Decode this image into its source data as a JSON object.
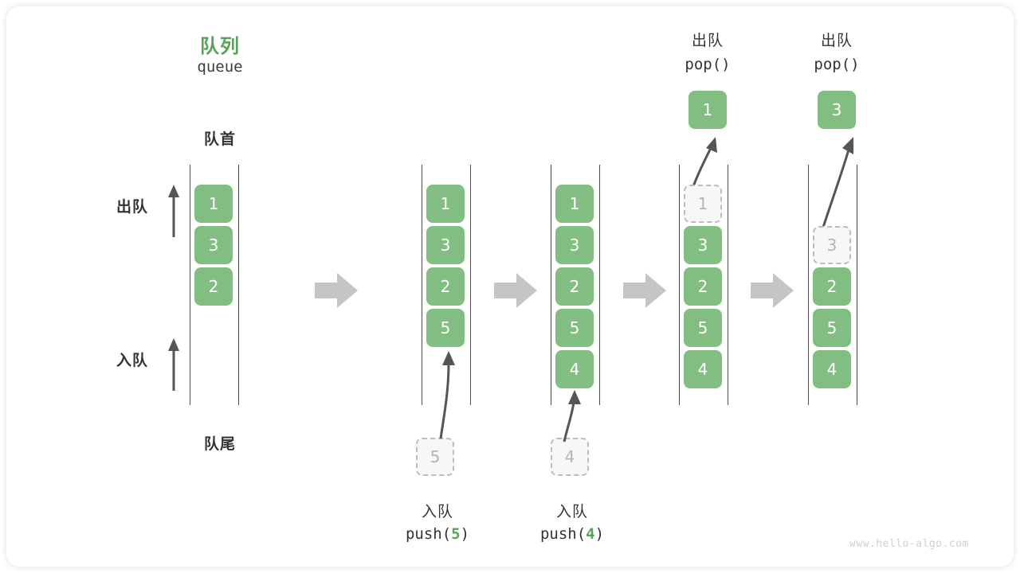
{
  "header": {
    "title_cn": "队列",
    "title_en": "queue"
  },
  "labels": {
    "front": "队首",
    "rear": "队尾",
    "dequeue_side": "出队",
    "enqueue_side": "入队"
  },
  "colors": {
    "accent_green": "#82bd82",
    "accent_green_text": "#5aa15a",
    "cell_text": "#ffffff",
    "ghost_fill": "#f7f7f7",
    "ghost_border": "#bcbcbc",
    "ghost_text": "#b4b4b4",
    "rail": "#4a4a4a",
    "arrow_gray": "#c5c5c5",
    "arrow_dark": "#555555",
    "label_text": "#333333",
    "watermark": "#d0d0d0",
    "card_bg": "#ffffff"
  },
  "watermark": "www.hello-algo.com",
  "chart_data": {
    "type": "diagram",
    "title": "队列 queue",
    "description": "Queue push/pop operation sequence, five stages left to right",
    "stages": [
      {
        "index": 0,
        "cells": [
          "1",
          "3",
          "2"
        ],
        "ghost_index": null,
        "op_cn": "",
        "op_code": "",
        "result": null
      },
      {
        "index": 1,
        "cells": [
          "1",
          "3",
          "2",
          "5"
        ],
        "ghost_index": null,
        "op_cn": "入队",
        "op_code_prefix": "push(",
        "op_code_num": "5",
        "op_code_suffix": ")",
        "incoming": "5"
      },
      {
        "index": 2,
        "cells": [
          "1",
          "3",
          "2",
          "5",
          "4"
        ],
        "ghost_index": null,
        "op_cn": "入队",
        "op_code_prefix": "push(",
        "op_code_num": "4",
        "op_code_suffix": ")",
        "incoming": "4"
      },
      {
        "index": 3,
        "cells": [
          "1",
          "3",
          "2",
          "5",
          "4"
        ],
        "ghost_index": 0,
        "op_cn": "出队",
        "op_code_prefix": "pop(",
        "op_code_num": "",
        "op_code_suffix": ")",
        "result": "1"
      },
      {
        "index": 4,
        "cells": [
          "3",
          "2",
          "5",
          "4"
        ],
        "ghost_index": 0,
        "op_cn": "出队",
        "op_code_prefix": "pop(",
        "op_code_num": "",
        "op_code_suffix": ")",
        "result": "3"
      }
    ],
    "separators": 4,
    "separator_icon": "right-block-arrow"
  },
  "stage1": {
    "c0": "1",
    "c1": "3",
    "c2": "2"
  },
  "stage2": {
    "c0": "1",
    "c1": "3",
    "c2": "2",
    "c3": "5",
    "incoming": "5",
    "op_cn": "入队",
    "code_a": "push(",
    "code_n": "5",
    "code_b": ")"
  },
  "stage3": {
    "c0": "1",
    "c1": "3",
    "c2": "2",
    "c3": "5",
    "c4": "4",
    "incoming": "4",
    "op_cn": "入队",
    "code_a": "push(",
    "code_n": "4",
    "code_b": ")"
  },
  "stage4": {
    "c0": "1",
    "c1": "3",
    "c2": "2",
    "c3": "5",
    "c4": "4",
    "result": "1",
    "op_cn": "出队",
    "code_a": "pop(",
    "code_n": "",
    "code_b": ")"
  },
  "stage5": {
    "c0": "3",
    "c1": "2",
    "c2": "5",
    "c3": "4",
    "result": "3",
    "op_cn": "出队",
    "code_a": "pop(",
    "code_n": "",
    "code_b": ")"
  }
}
